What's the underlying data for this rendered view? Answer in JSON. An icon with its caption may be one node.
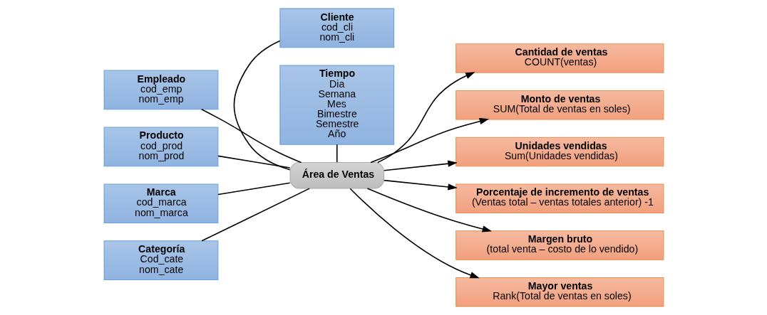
{
  "diagram": {
    "nodes": [
      {
        "text": [
          "Empleado",
          "cod_emp",
          "nom_emp"
        ]
      },
      {
        "text": [
          "Producto",
          "cod_prod",
          "nom_prod"
        ]
      },
      {
        "text": [
          "Marca",
          "cod_marca",
          "nom_marca"
        ]
      },
      {
        "text": [
          "Categoría",
          "Cod_cate",
          "nom_cate"
        ]
      },
      {
        "text": [
          "Cliente",
          "cod_cli",
          "nom_cli"
        ]
      },
      {
        "text": [
          "Área de Ventas"
        ]
      },
      {
        "text": [
          "Tiempo",
          "Dia",
          "Semana",
          "Mes",
          "Bimestre",
          "Semestre",
          "Año"
        ]
      },
      {
        "text": [
          "Cantidad de ventas",
          "COUNT(ventas)"
        ]
      },
      {
        "text": [
          "Monto de ventas",
          "SUM(Total de ventas en soles)"
        ]
      },
      {
        "text": [
          "Unidades vendidas",
          "Sum(Unidades vendidas)"
        ]
      },
      {
        "text": [
          "Porcentaje de incremento de ventas",
          "(Ventas total – ventas totales anterior) -1"
        ]
      },
      {
        "text": [
          "Margen bruto",
          "(total venta – costo de lo vendido)"
        ]
      },
      {
        "text": [
          "Mayor ventas",
          "Rank(Total de ventas en soles)"
        ]
      }
    ],
    "edges": [
      {
        "from": 0,
        "to": 5,
        "arrow": "none"
      },
      {
        "from": 1,
        "to": 5,
        "arrow": "none"
      },
      {
        "from": 2,
        "to": 5,
        "arrow": "none"
      },
      {
        "from": 3,
        "to": 5,
        "arrow": "none"
      },
      {
        "from": 4,
        "to": 5,
        "arrow": "none"
      },
      {
        "from": 6,
        "to": 5,
        "arrow": "none"
      },
      {
        "from": 5,
        "to": 7,
        "arrow": "to"
      },
      {
        "from": 5,
        "to": 8,
        "arrow": "to"
      },
      {
        "from": 5,
        "to": 9,
        "arrow": "to"
      },
      {
        "from": 5,
        "to": 10,
        "arrow": "to"
      },
      {
        "from": 5,
        "to": 11,
        "arrow": "to"
      },
      {
        "from": 5,
        "to": 12,
        "arrow": "to"
      }
    ]
  }
}
